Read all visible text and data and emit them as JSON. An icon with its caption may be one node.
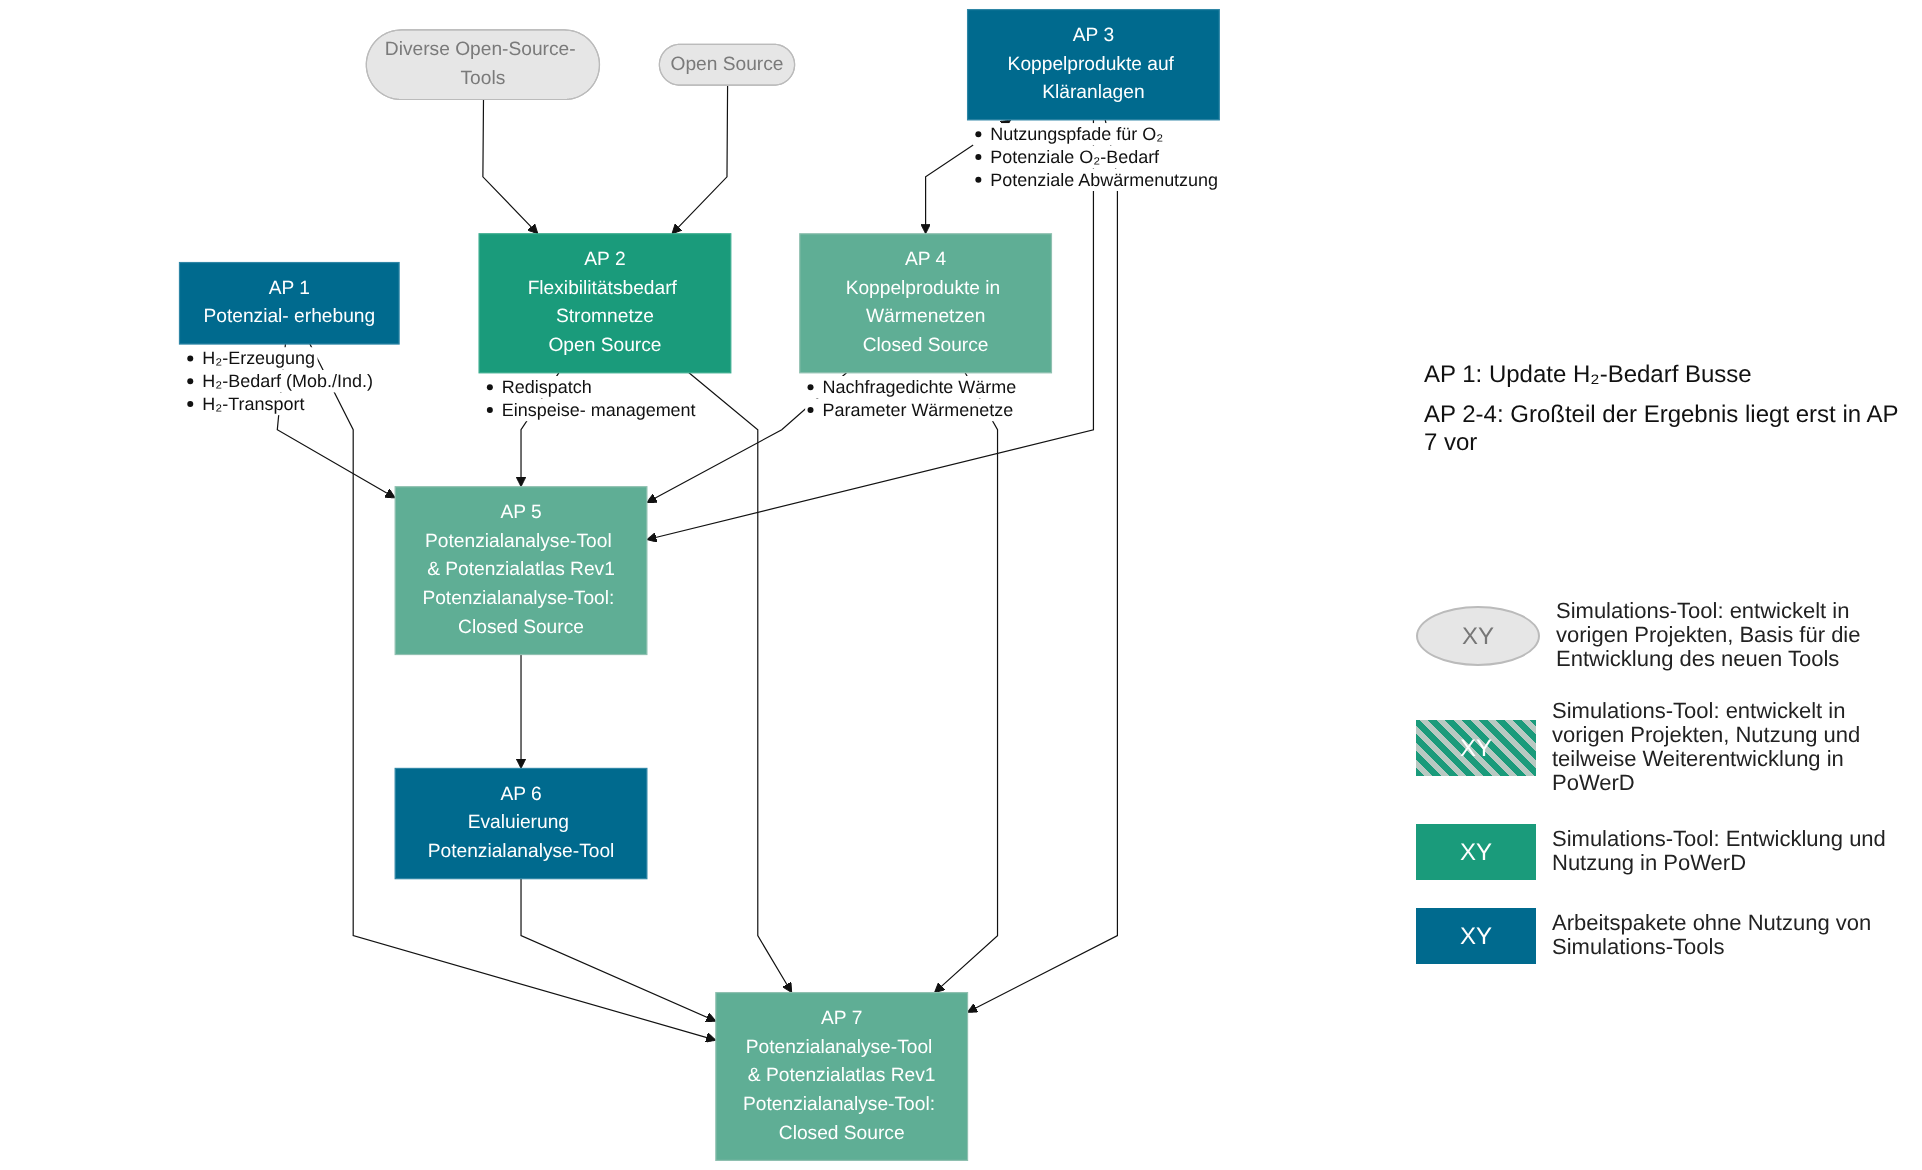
{
  "diagram": {
    "nodes": [
      {
        "text": [
          "Diverse Open-Source- Tools"
        ]
      },
      {
        "text": [
          "Open Source"
        ]
      },
      {
        "text": [
          "AP 1",
          "Potenzial- erhebung"
        ],
        "beside": [
          "H₂-Erzeugung",
          "H₂-Bedarf (Mob./Ind.)",
          "H₂-Transport"
        ]
      },
      {
        "text": [
          "AP 2",
          "Flexibilitätsbedarf Stromnetze",
          "Open Source"
        ],
        "beside": [
          "Redispatch",
          "Einspeise- management"
        ]
      },
      {
        "text": [
          "AP 3",
          "Koppelprodukte auf Kläranlagen"
        ],
        "beside": [
          "Nutzungspfade für O₂",
          "Potenziale O₂-Bedarf",
          "Potenziale Abwärmenutzung"
        ]
      },
      {
        "text": [
          "AP 4",
          "Koppelprodukte in Wärmenetzen",
          "Closed Source"
        ],
        "beside": [
          "Nachfragedichte Wärme",
          "Parameter Wärmenetze"
        ]
      },
      {
        "text": [
          "AP 5",
          "Potenzialanalyse-Tool & Potenzialatlas Rev1",
          "Potenzialanalyse-Tool: Closed Source"
        ]
      },
      {
        "text": [
          "AP 6",
          "Evaluierung Potenzialanalyse-Tool"
        ]
      },
      {
        "text": [
          "AP 7",
          "Potenzialanalyse-Tool & Potenzialatlas Rev1",
          "Potenzialanalyse-Tool: Closed Source"
        ]
      }
    ],
    "edges": [
      {
        "from": 0,
        "to": 3,
        "arrow": "to"
      },
      {
        "from": 1,
        "to": 3,
        "arrow": "to"
      },
      {
        "from": 4,
        "to": 5,
        "arrow": "both"
      },
      {
        "from": 2,
        "to": 6,
        "arrow": "to"
      },
      {
        "from": 3,
        "to": 6,
        "arrow": "to"
      },
      {
        "from": 4,
        "to": 6,
        "arrow": "to"
      },
      {
        "from": 5,
        "to": 6,
        "arrow": "to"
      },
      {
        "from": 2,
        "to": 8,
        "arrow": "to"
      },
      {
        "from": 3,
        "to": 8,
        "arrow": "to"
      },
      {
        "from": 4,
        "to": 8,
        "arrow": "to"
      },
      {
        "from": 5,
        "to": 8,
        "arrow": "to"
      },
      {
        "from": 6,
        "to": 7,
        "arrow": "to"
      },
      {
        "from": 7,
        "to": 8,
        "arrow": "to"
      }
    ],
    "labels": [
      "XY",
      "XY",
      "XY",
      "XY",
      "AP 1: Update H₂-Bedarf Busse",
      "AP 2-4: Großteil der Ergebnis liegt erst in AP 7 vor"
    ],
    "legend": [
      {
        "text": "Simulations-Tool: entwickelt in vorigen Projekten, Basis für die Entwicklung des neuen Tools"
      },
      {
        "text": "Simulations-Tool: entwickelt in vorigen Projekten, Nutzung und teilweise Weiterentwicklung in PoWerD"
      },
      {
        "text": "Simulations-Tool: Entwicklung und Nutzung in PoWerD",
        "color": "#1a9b7b"
      },
      {
        "text": "Arbeitspakete ohne Nutzung von Simulations-Tools",
        "color": "#006a8e"
      }
    ]
  }
}
